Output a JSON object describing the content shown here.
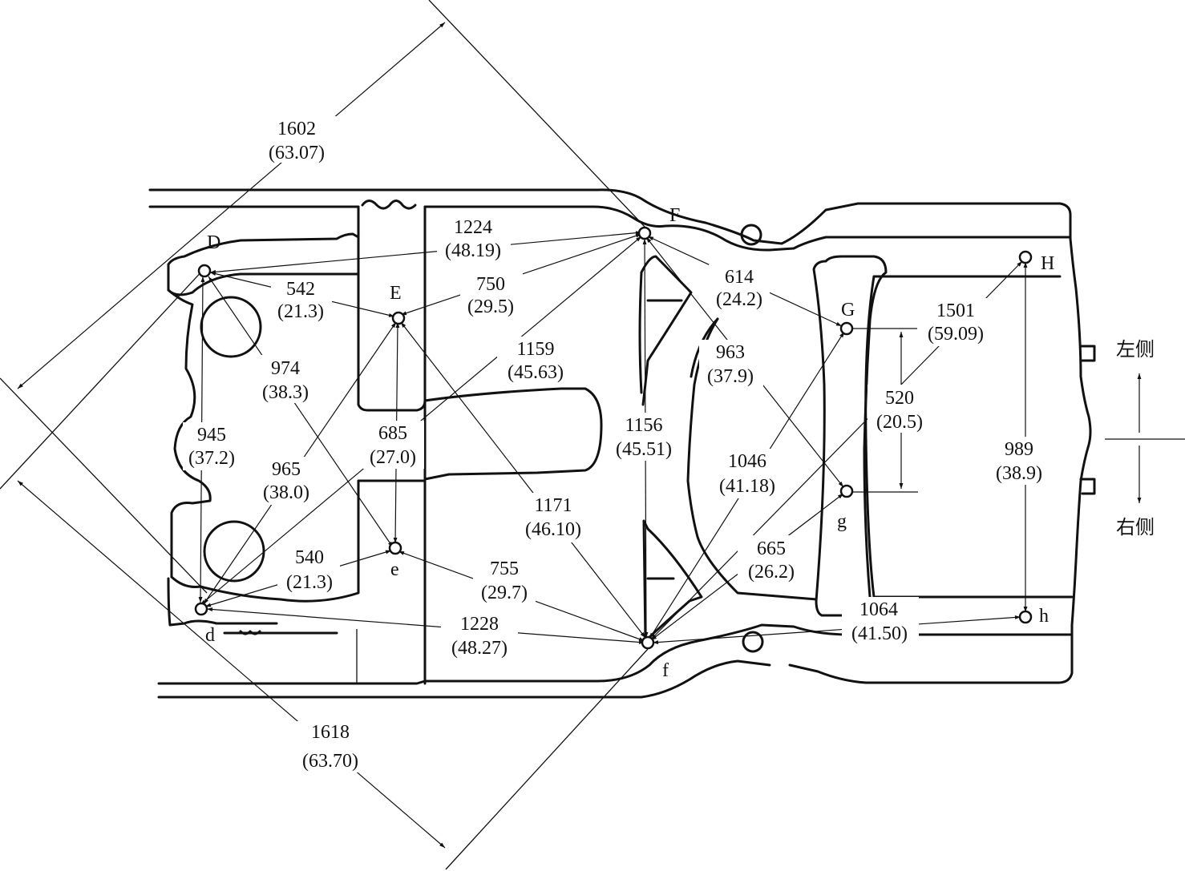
{
  "points": {
    "D": "D",
    "d": "d",
    "E": "E",
    "e": "e",
    "F": "F",
    "f": "f",
    "G": "G",
    "g": "g",
    "H": "H",
    "h": "h"
  },
  "dims": {
    "d1602": [
      "1602",
      "(63.07)"
    ],
    "d1618": [
      "1618",
      "(63.70)"
    ],
    "d1224": [
      "1224",
      "(48.19)"
    ],
    "d542": [
      "542",
      "(21.3)"
    ],
    "d750": [
      "750",
      "(29.5)"
    ],
    "d614": [
      "614",
      "(24.2)"
    ],
    "d974": [
      "974",
      "(38.3)"
    ],
    "d1159": [
      "1159",
      "(45.63)"
    ],
    "d963": [
      "963",
      "(37.9)"
    ],
    "d1501": [
      "1501",
      "(59.09)"
    ],
    "d945": [
      "945",
      "(37.2)"
    ],
    "d685": [
      "685",
      "(27.0)"
    ],
    "d965": [
      "965",
      "(38.0)"
    ],
    "d1156": [
      "1156",
      "(45.51)"
    ],
    "d520": [
      "520",
      "(20.5)"
    ],
    "d989": [
      "989",
      "(38.9)"
    ],
    "d1046": [
      "1046",
      "(41.18)"
    ],
    "d1171": [
      "1171",
      "(46.10)"
    ],
    "d540": [
      "540",
      "(21.3)"
    ],
    "d665": [
      "665",
      "(26.2)"
    ],
    "d755": [
      "755",
      "(29.7)"
    ],
    "d1228": [
      "1228",
      "(48.27)"
    ],
    "d1064": [
      "1064",
      "(41.50)"
    ]
  },
  "sides": {
    "left": "左侧",
    "right": "右侧"
  }
}
